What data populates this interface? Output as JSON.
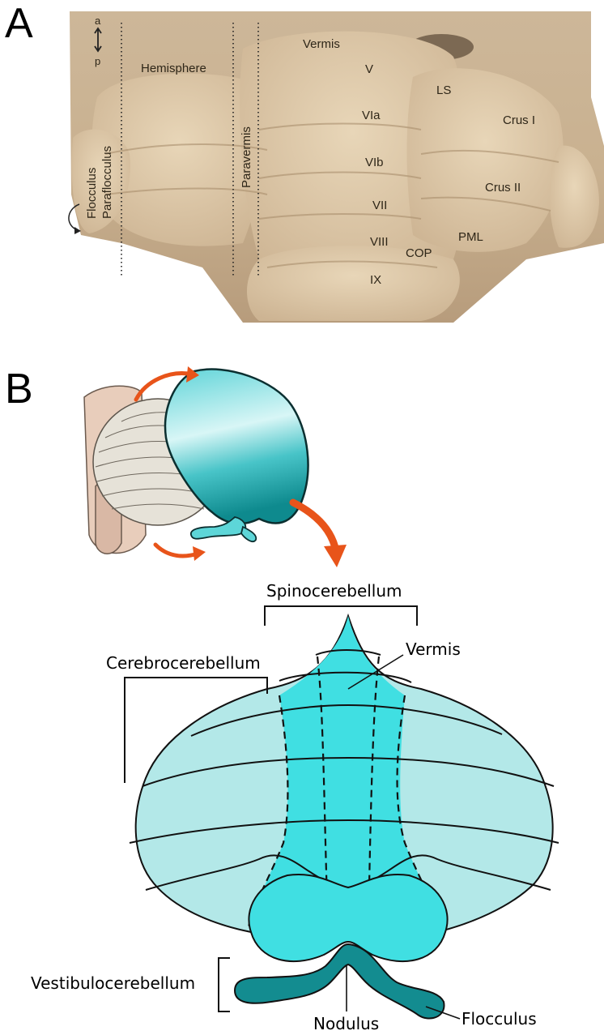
{
  "panel_a": {
    "letter": "A",
    "orientation": {
      "anterior": "a",
      "posterior": "p"
    },
    "labels": {
      "hemisphere": "Hemisphere",
      "vermis": "Vermis",
      "paravermis": "Paravermis",
      "flocculus": "Flocculus",
      "paraflocculus": "Paraflocculus",
      "lobule_v": "V",
      "lobule_via": "VIa",
      "lobule_vib": "VIb",
      "lobule_vii": "VII",
      "lobule_viii": "VIII",
      "lobule_ix": "IX",
      "ls": "LS",
      "crus_i": "Crus I",
      "crus_ii": "Crus II",
      "pml": "PML",
      "cop": "COP"
    }
  },
  "panel_b": {
    "letter": "B",
    "labels": {
      "spinocerebellum": "Spinocerebellum",
      "cerebrocerebellum": "Cerebrocerebellum",
      "vermis": "Vermis",
      "vestibulocerebellum": "Vestibulocerebellum",
      "nodulus": "Nodulus",
      "flocculus": "Flocculus"
    },
    "colors": {
      "hemisphere_fill": "#b3e8e8",
      "vermis_fill": "#40dfe2",
      "flocculonodular_fill": "#138c90",
      "arrow": "#e8541a"
    }
  }
}
